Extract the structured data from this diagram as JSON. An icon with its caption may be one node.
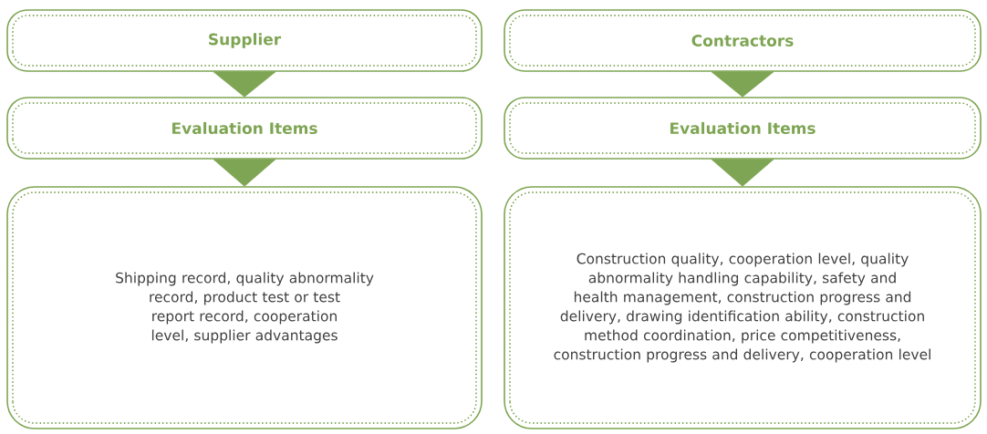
{
  "diagram": {
    "nodes": [
      {
        "text": [
          "Supplier"
        ]
      },
      {
        "text": [
          "Evaluation Items"
        ]
      },
      {
        "text": [
          "Shipping record, quality abnormality record, product test or test report record, cooperation level, supplier advantages"
        ]
      },
      {
        "text": [
          "Contractors"
        ]
      },
      {
        "text": [
          "Evaluation Items"
        ]
      },
      {
        "text": [
          "Construction quality, cooperation level, quality abnormality handling capability, safety and health management, construction progress and delivery, drawing identification ability, construction method coordination, price competitiveness, construction progress and delivery, cooperation level"
        ]
      }
    ],
    "edges": [
      {
        "from": 0,
        "to": 1,
        "arrow": "to"
      },
      {
        "from": 1,
        "to": 2,
        "arrow": "to"
      },
      {
        "from": 3,
        "to": 4,
        "arrow": "to"
      },
      {
        "from": 4,
        "to": 5,
        "arrow": "to"
      }
    ]
  }
}
